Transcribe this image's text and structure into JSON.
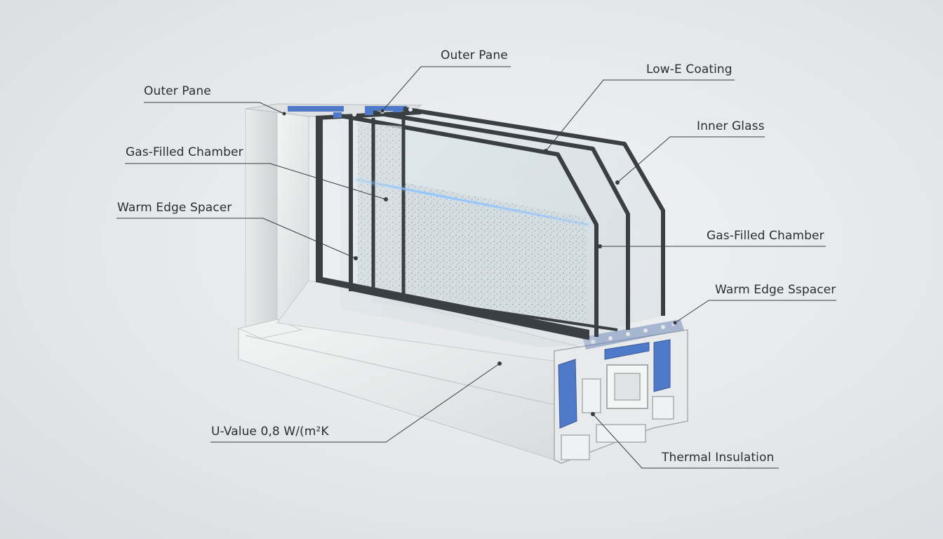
{
  "callouts": {
    "outer_pane_left": "Outer Pane",
    "gas_chamber_left": "Gas-Filled Chamber",
    "warm_edge_left": "Warm Edge Spacer",
    "u_value": "U-Value 0,8 W/(m²K",
    "outer_pane_top": "Outer Pane",
    "low_e": "Low-E Coating",
    "inner_glass": "Inner Glass",
    "gas_chamber_right": "Gas-Filled Chamber",
    "warm_edge_right": "Warm Edge Sspacer",
    "thermal": "Thermal Insulation"
  },
  "colors": {
    "frame": "#eceded",
    "frame_shadow": "#c9cbce",
    "glass_edge": "#3a3f43",
    "insulation": "#4f79c9",
    "accent_line": "#6fb2ff",
    "leader": "#3a3c3f"
  }
}
